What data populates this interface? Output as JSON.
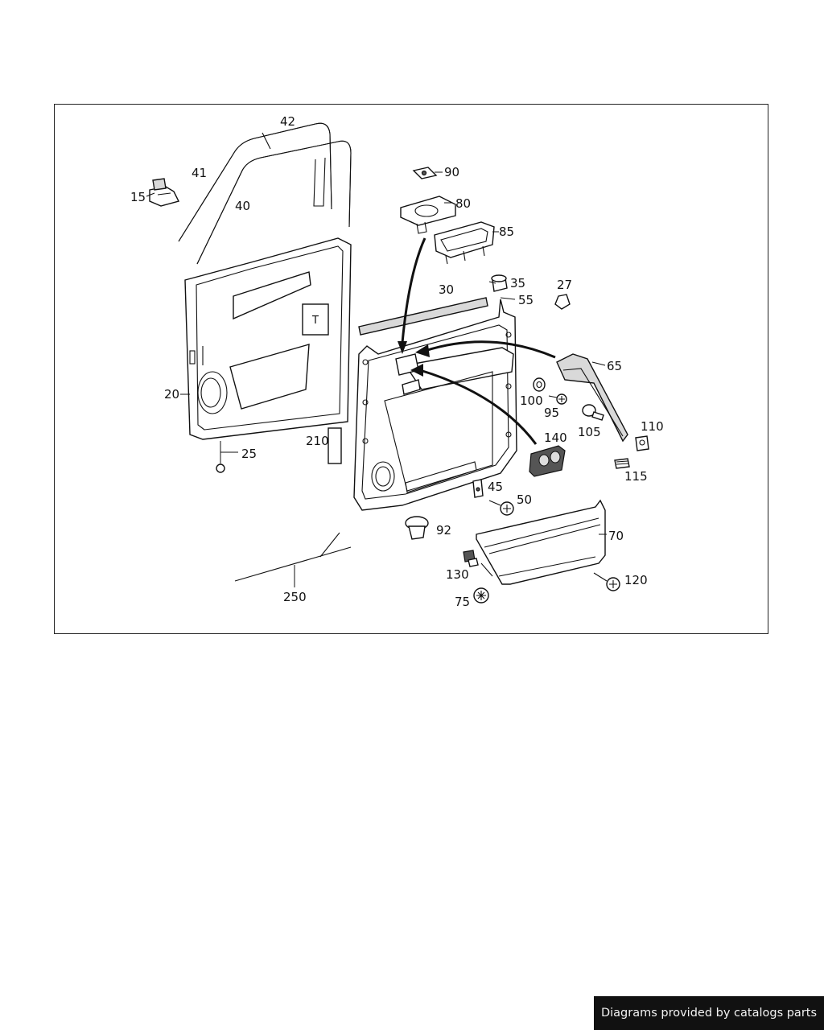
{
  "diagram": {
    "labels": {
      "p15": "15",
      "p20": "20",
      "p25": "25",
      "p27": "27",
      "p30": "30",
      "p35": "35",
      "p40": "40",
      "p41": "41",
      "p42": "42",
      "p45": "45",
      "p50": "50",
      "p55": "55",
      "p65": "65",
      "p70": "70",
      "p75": "75",
      "p80": "80",
      "p85": "85",
      "p90": "90",
      "p92": "92",
      "p95": "95",
      "p100": "100",
      "p105": "105",
      "p110": "110",
      "p115": "115",
      "p120": "120",
      "p130": "130",
      "p140": "140",
      "p210": "210",
      "p250": "250",
      "panel_marker": "T"
    }
  },
  "footer": {
    "credit": "Diagrams provided by catalogs parts"
  },
  "colors": {
    "background": "#ffffff",
    "line": "#111111",
    "footer_bg": "#111111",
    "footer_text": "#f2f2f2"
  }
}
